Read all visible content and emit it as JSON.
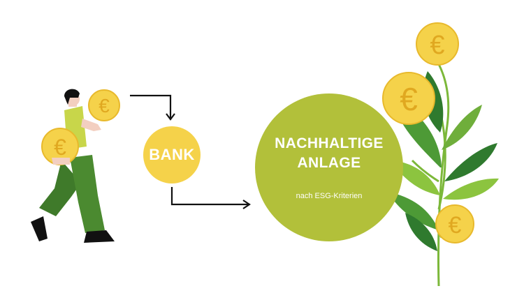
{
  "diagram": {
    "bank_label": "BANK",
    "investment_title_line1": "NACHHALTIGE",
    "investment_title_line2": "ANLAGE",
    "investment_subtitle": "nach ESG-Kriterien",
    "coin_symbol": "€"
  },
  "colors": {
    "coin_yellow": "#f5d24a",
    "coin_edge": "#e8b92c",
    "investment_green": "#b2c03a",
    "pants_green": "#3f7a2a",
    "leaf_dark": "#2f7a2e",
    "leaf_mid": "#4d9a36",
    "leaf_light": "#8cc43f",
    "arrow": "#111111"
  }
}
